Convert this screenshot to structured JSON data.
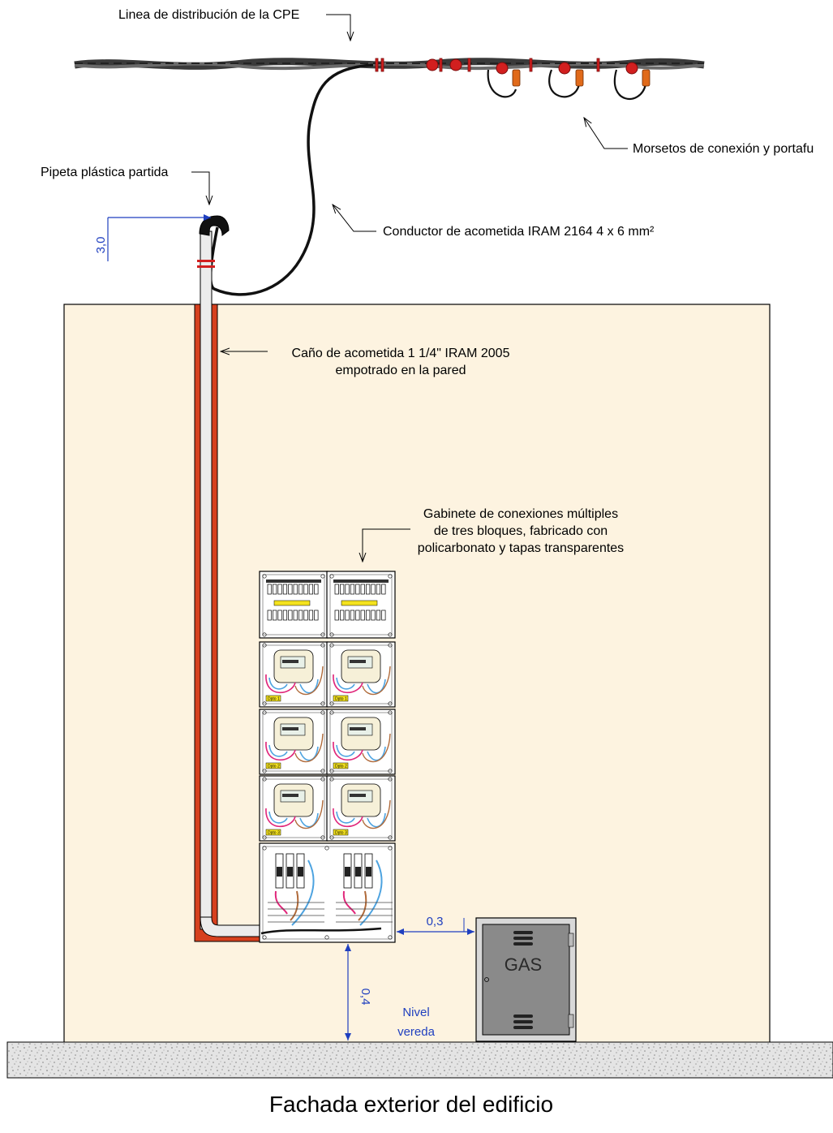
{
  "labels": {
    "distribution_line": "Linea de distribución de la CPE",
    "connectors": "Morsetos de conexión y portafu",
    "pipette": "Pipeta plástica partida",
    "service_cable": "Conductor de acometida IRAM 2164 4 x 6 mm²",
    "conduit_line1": "Caño de acometida 1 1/4\" IRAM 2005",
    "conduit_line2": "empotrado en la pared",
    "cabinet_line1": "Gabinete de conexiones múltiples",
    "cabinet_line2": "de tres bloques, fabricado con",
    "cabinet_line3": "policarbonato y tapas transparentes",
    "sidewalk_line1": "Nivel",
    "sidewalk_line2": "vereda",
    "gas_box": "GAS"
  },
  "dimensions": {
    "pipette_height": "3,0",
    "cabinet_to_gas": "0,3",
    "cabinet_to_ground": "0,4"
  },
  "meter_tags": [
    "Dpto 1",
    "Dpto 1",
    "Dpto 2",
    "Dpto 2",
    "Dpto 3",
    "Dpto 3"
  ],
  "caption": "Fachada exterior del edificio",
  "colors": {
    "wall": "#fdf3e0",
    "conduit": "#d6401e",
    "dimension": "#1f3fbf",
    "connector": "#d21f1f",
    "gas_box": "#8a8a8a",
    "ground": "#d9d9d9"
  }
}
